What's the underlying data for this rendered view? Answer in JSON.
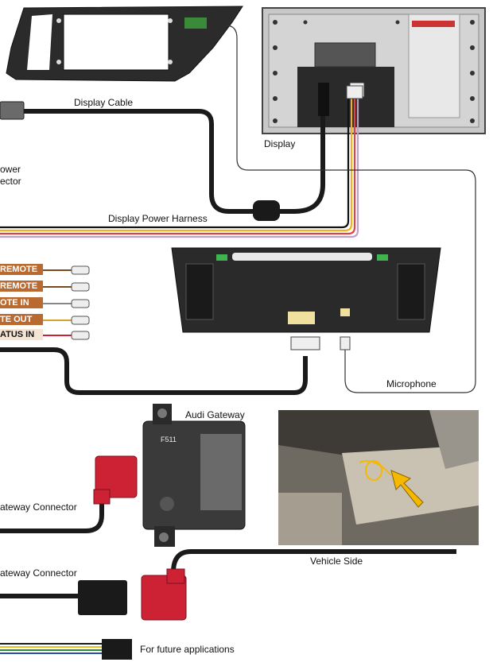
{
  "labels": {
    "display_cable": "Display Cable",
    "display": "Display",
    "power_connector_line1": "ower",
    "power_connector_line2": "ector",
    "display_power_harness": "Display Power Harness",
    "microphone": "Microphone",
    "audi_gateway": "Audi Gateway",
    "gateway_connector_1": "ateway Connector",
    "gateway_connector_2": "ateway Connector",
    "vehicle_side": "Vehicle Side",
    "future_applications": "For future applications"
  },
  "wire_labels": [
    "REMOTE",
    "REMOTE",
    "OTE IN",
    "TE OUT",
    "ATUS IN"
  ],
  "gateway_module_text": "F511",
  "colors": {
    "cable_black": "#1a1a1a",
    "connector_red": "#cc2233",
    "wire_label_bg": "#b86a30",
    "arrow_yellow": "#f5b800",
    "panel_grey": "#c8c8c8",
    "unit_dark": "#2a2a2a"
  }
}
